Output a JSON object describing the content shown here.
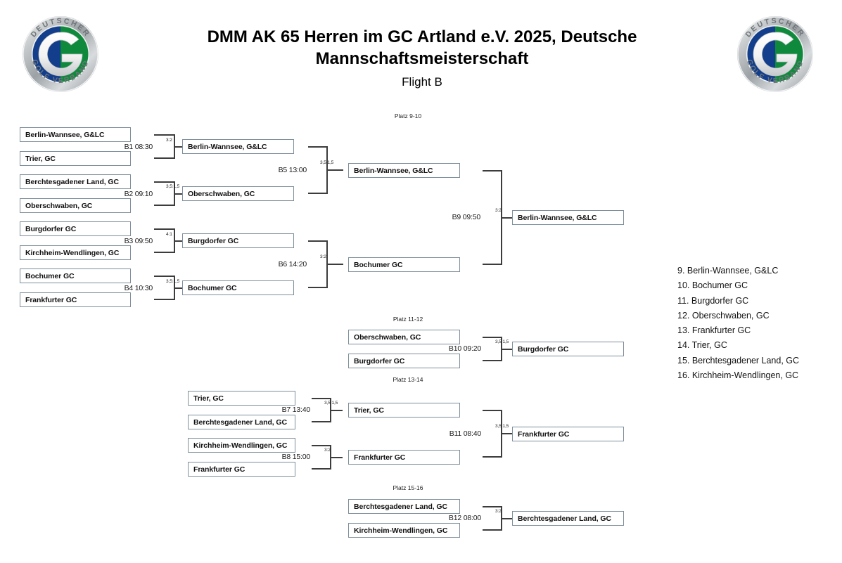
{
  "header": {
    "title": "DMM AK 65 Herren im GC Artland e.V. 2025, Deutsche Mannschaftsmeisterschaft",
    "subtitle": "Flight B",
    "logo_alt": "dgv-logo",
    "logo_top_text": "DEUTSCHER",
    "logo_bottom_text": "GOLF VERBAND",
    "logo_letter": "G"
  },
  "colors": {
    "box_border": "#7d8e9b",
    "connector": "#3c3c3c",
    "logo_blue": "#123e8c",
    "logo_green": "#0f8a3c",
    "background": "#ffffff"
  },
  "section_labels": {
    "platz_9_10": "Platz 9-10",
    "platz_11_12": "Platz 11-12",
    "platz_13_14": "Platz 13-14",
    "platz_15_16": "Platz 15-16"
  },
  "round1": [
    {
      "id": "B1",
      "label": "B1 08:30",
      "score": "3:2",
      "teams": [
        "Berlin-Wannsee, G&LC",
        "Trier, GC"
      ],
      "winner": "Berlin-Wannsee, G&LC"
    },
    {
      "id": "B2",
      "label": "B2 09:10",
      "score": "3,5:1,5",
      "teams": [
        "Berchtesgadener Land, GC",
        "Oberschwaben, GC"
      ],
      "winner": "Oberschwaben, GC"
    },
    {
      "id": "B3",
      "label": "B3 09:50",
      "score": "4:1",
      "teams": [
        "Burgdorfer GC",
        "Kirchheim-Wendlingen, GC"
      ],
      "winner": "Burgdorfer GC"
    },
    {
      "id": "B4",
      "label": "B4 10:30",
      "score": "3,5:1,5",
      "teams": [
        "Bochumer GC",
        "Frankfurter GC"
      ],
      "winner": "Bochumer GC"
    }
  ],
  "round2": [
    {
      "id": "B5",
      "label": "B5 13:00",
      "score": "3,5:1,5",
      "winner": "Berlin-Wannsee, G&LC"
    },
    {
      "id": "B6",
      "label": "B6 14:20",
      "score": "3:2",
      "winner": "Bochumer GC"
    }
  ],
  "final_9_10": {
    "id": "B9",
    "label": "B9 09:50",
    "score": "3:2",
    "winner": "Berlin-Wannsee, G&LC"
  },
  "match_11_12": {
    "id": "B10",
    "label": "B10 09:20",
    "score": "3,5:1,5",
    "teams": [
      "Oberschwaben, GC",
      "Burgdorfer GC"
    ],
    "winner": "Burgdorfer GC"
  },
  "lower_bracket": [
    {
      "id": "B7",
      "label": "B7 13:40",
      "score": "3,5:1,5",
      "teams": [
        "Trier, GC",
        "Berchtesgadener Land, GC"
      ],
      "winner": "Trier, GC"
    },
    {
      "id": "B8",
      "label": "B8 15:00",
      "score": "3:2",
      "teams": [
        "Kirchheim-Wendlingen, GC",
        "Frankfurter GC"
      ],
      "winner": "Frankfurter GC"
    }
  ],
  "final_13_14": {
    "id": "B11",
    "label": "B11 08:40",
    "score": "3,5:1,5",
    "winner": "Frankfurter GC"
  },
  "match_15_16": {
    "id": "B12",
    "label": "B12 08:00",
    "score": "3:2",
    "teams": [
      "Berchtesgadener Land, GC",
      "Kirchheim-Wendlingen, GC"
    ],
    "winner": "Berchtesgadener Land, GC"
  },
  "standings": [
    "9. Berlin-Wannsee, G&LC",
    "10. Bochumer GC",
    "11. Burgdorfer GC",
    "12. Oberschwaben, GC",
    "13. Frankfurter GC",
    "14. Trier, GC",
    "15. Berchtesgadener Land, GC",
    "16. Kirchheim-Wendlingen, GC"
  ]
}
